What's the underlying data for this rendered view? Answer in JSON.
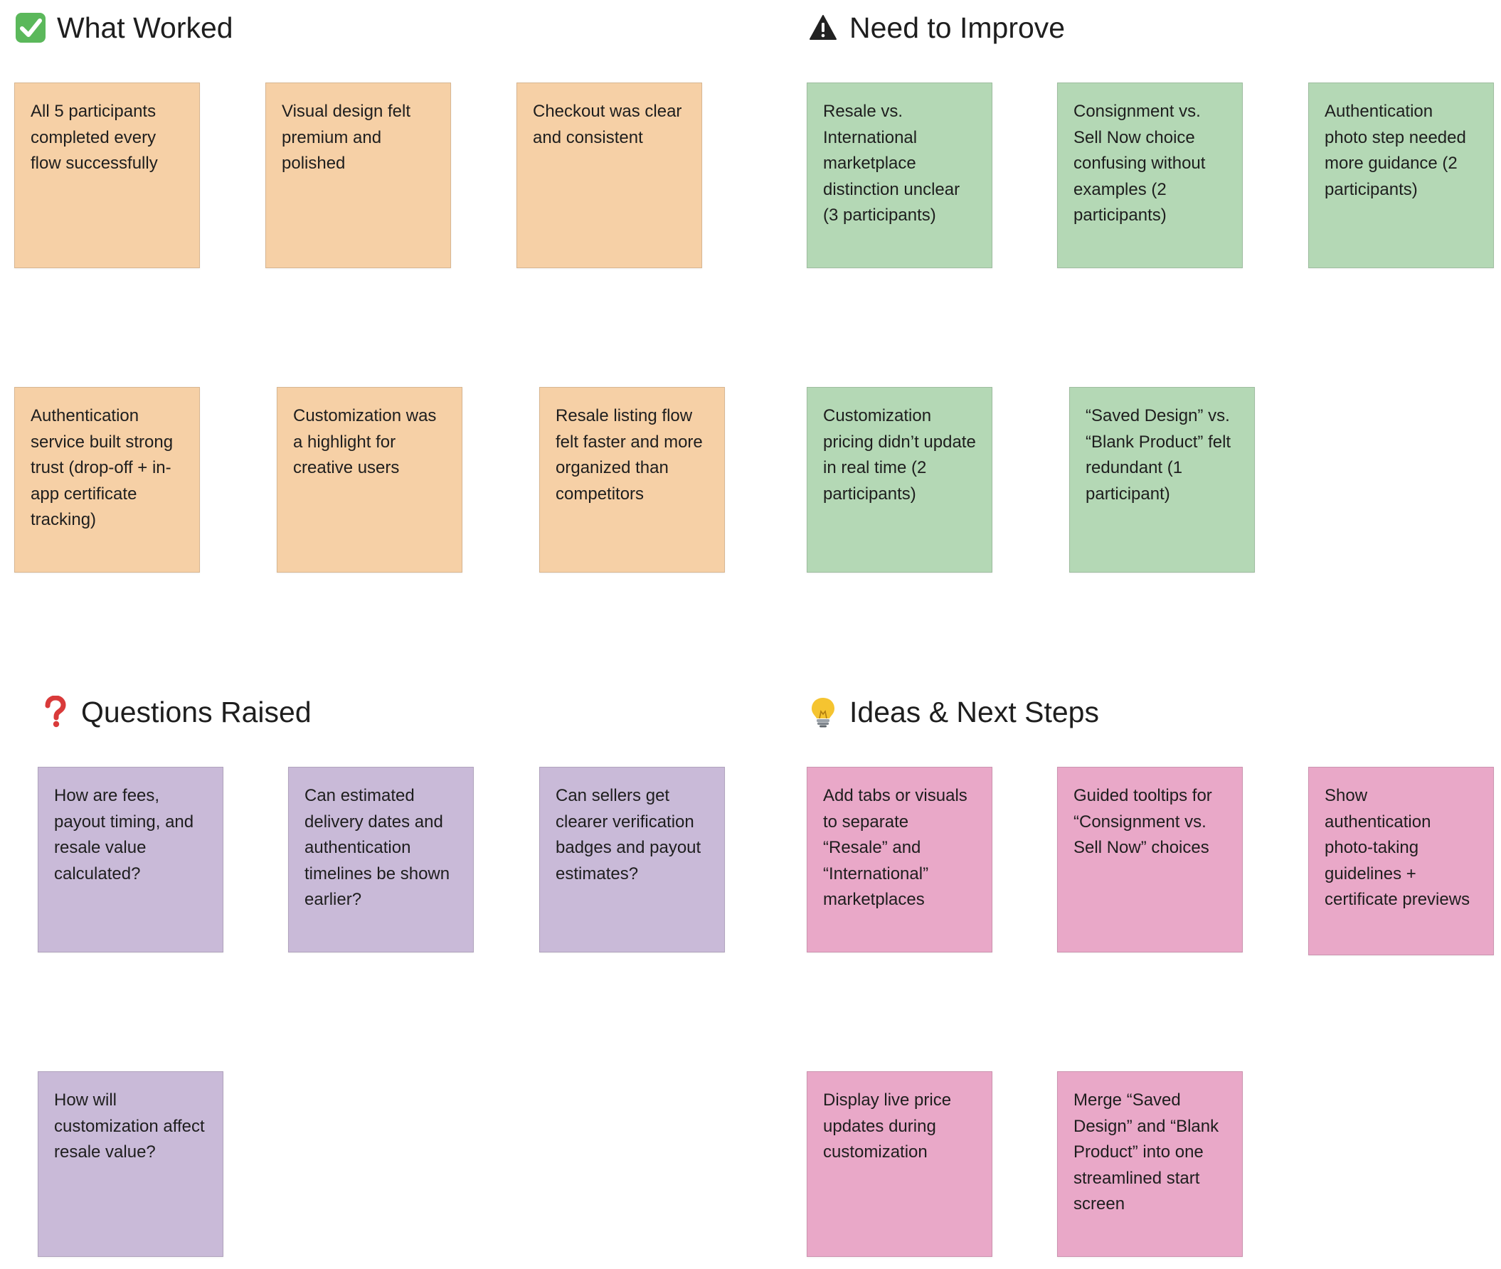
{
  "sections": {
    "what_worked": {
      "title": "What Worked",
      "icon": "check-mark-icon",
      "color": "#f6d0a6",
      "notes": [
        "All 5 participants completed every flow successfully",
        "Visual design felt premium and polished",
        "Checkout was clear and consistent",
        "Authentication service built strong trust (drop-off + in-app certificate tracking)",
        "Customization was a highlight for creative users",
        "Resale listing flow felt faster and more organized than competitors"
      ]
    },
    "need_to_improve": {
      "title": "Need to Improve",
      "icon": "warning-icon",
      "color": "#b4d8b5",
      "notes": [
        "Resale vs. International marketplace distinction unclear (3 participants)",
        "Consignment vs. Sell Now choice confusing without examples (2 participants)",
        "Authentication photo step needed more guidance (2 participants)",
        "Customization pricing didn’t update in real time (2 participants)",
        "“Saved Design” vs. “Blank Product” felt redundant (1 participant)"
      ]
    },
    "questions_raised": {
      "title": "Questions Raised",
      "icon": "question-mark-icon",
      "color": "#c9bad8",
      "notes": [
        "How are fees, payout timing, and resale value calculated?",
        "Can estimated delivery dates and authentication timelines be shown earlier?",
        "Can sellers get clearer verification badges and payout estimates?",
        "How will customization affect resale value?"
      ]
    },
    "ideas_next_steps": {
      "title": "Ideas & Next Steps",
      "icon": "light-bulb-icon",
      "color": "#e9a8c8",
      "notes": [
        "Add tabs or visuals to separate “Resale” and “International” marketplaces",
        "Guided tooltips for “Consignment vs. Sell Now” choices",
        "Show authentication photo-taking guidelines + certificate previews",
        "Display live price updates during customization",
        "Merge “Saved Design” and “Blank Product” into one streamlined start screen"
      ]
    }
  }
}
